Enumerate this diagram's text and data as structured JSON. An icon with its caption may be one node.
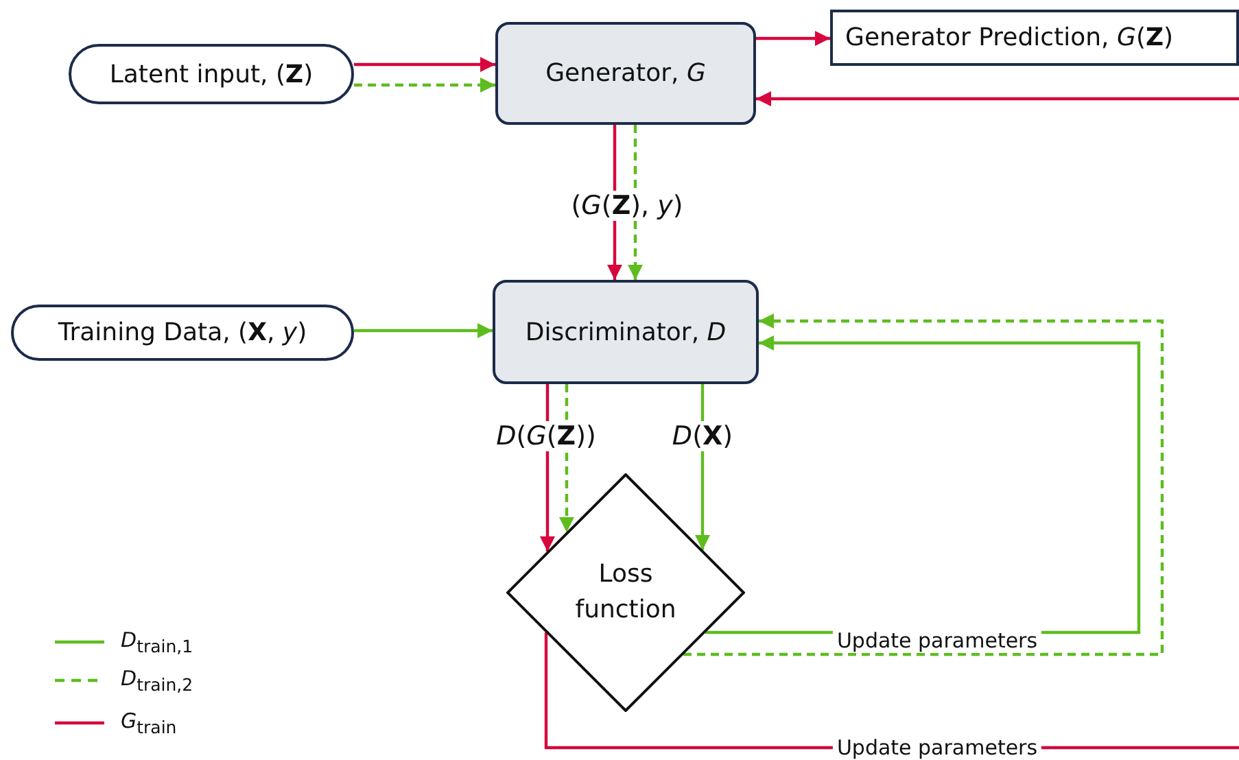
{
  "diagram": {
    "nodes": [
      {
        "text": [
          "Latent input, (**Z**)"
        ]
      },
      {
        "text": [
          "Generator, *G*"
        ]
      },
      {
        "text": [
          "Generator Prediction, *G*(**Z**)"
        ]
      },
      {
        "text": [
          "Training Data, (**X**, *y*)"
        ]
      },
      {
        "text": [
          "Discriminator, *D*"
        ]
      },
      {
        "text": [
          "Loss function"
        ]
      }
    ],
    "edges": [
      {
        "from": 0,
        "to": 1,
        "arrow": "to",
        "color": "#d7063c"
      },
      {
        "from": 0,
        "to": 1,
        "arrow": "to",
        "style": "dashed"
      },
      {
        "from": 1,
        "to": 2,
        "arrow": "to",
        "color": "#d7063c"
      },
      {
        "from": 1,
        "to": 4,
        "arrow": "to",
        "color": "#d7063c",
        "label": "(*G*(**Z**), *y*)"
      },
      {
        "from": 1,
        "to": 4,
        "arrow": "to",
        "style": "dashed"
      },
      {
        "from": 3,
        "to": 4,
        "arrow": "to"
      },
      {
        "from": 4,
        "to": 5,
        "arrow": "to",
        "color": "#d7063c",
        "label": "*D*(*G*(**Z**))"
      },
      {
        "from": 4,
        "to": 5,
        "arrow": "to",
        "style": "dashed"
      },
      {
        "from": 4,
        "to": 5,
        "arrow": "to",
        "label": "*D*(**X**)"
      },
      {
        "from": 5,
        "to": 4,
        "arrow": "to",
        "label": "Update parameters"
      },
      {
        "from": 5,
        "to": 4,
        "arrow": "to",
        "style": "dashed"
      },
      {
        "from": 5,
        "to": 1,
        "arrow": "to",
        "color": "#d7063c",
        "label": "Update parameters"
      }
    ],
    "legend": [
      {
        "text": "*D*$_{train,1}$"
      },
      {
        "text": "*D*$_{train,2}$"
      },
      {
        "text": "*G*$_{train}$"
      }
    ]
  }
}
